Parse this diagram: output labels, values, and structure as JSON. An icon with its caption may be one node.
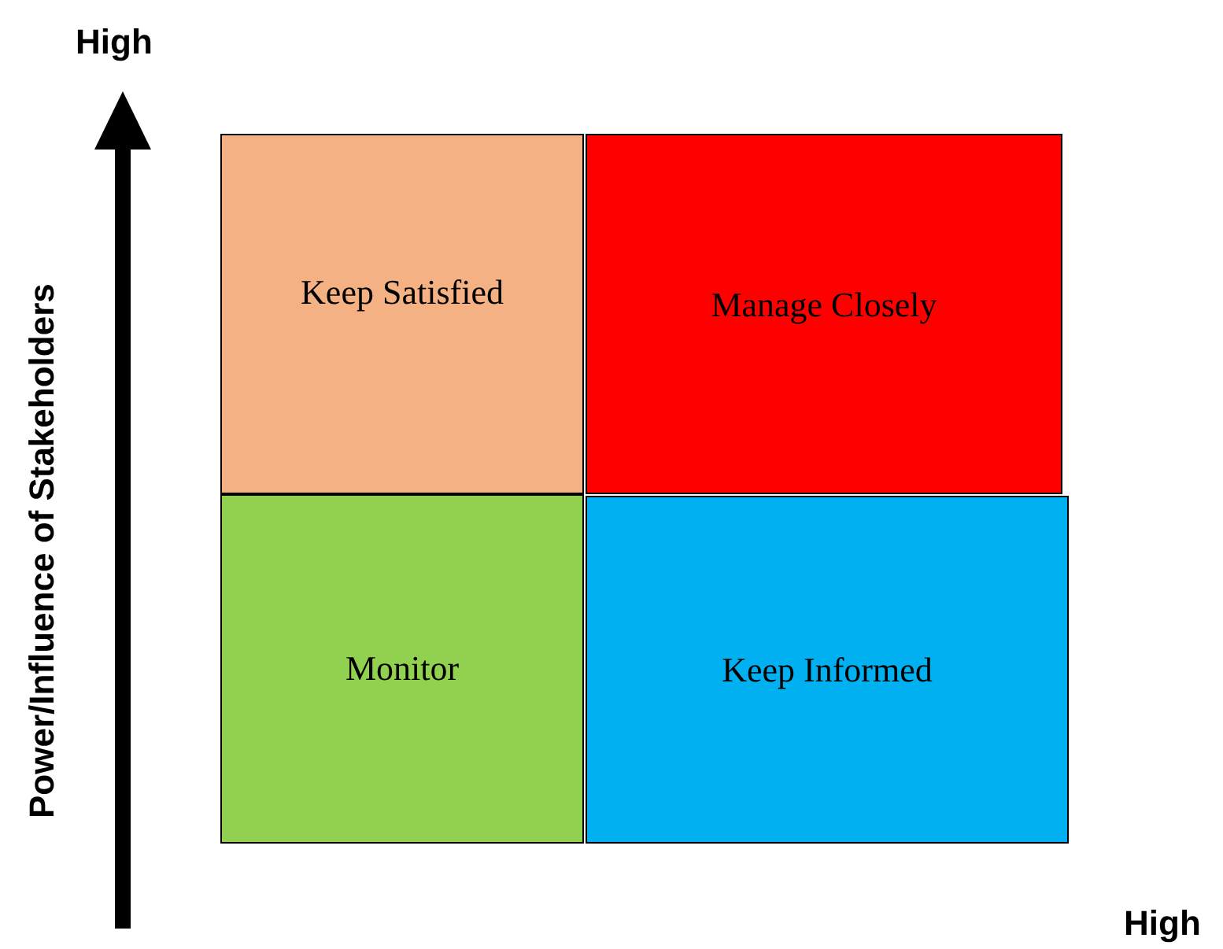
{
  "diagram": {
    "nodes": [
      {
        "text": [
          "Keep Satisfied"
        ]
      },
      {
        "text": [
          "Manage Closely"
        ]
      },
      {
        "text": [
          "Monitor"
        ]
      },
      {
        "text": [
          "Keep Informed"
        ]
      }
    ],
    "labels": [
      "High",
      "Power/Influence of Stakeholders",
      "High"
    ]
  }
}
